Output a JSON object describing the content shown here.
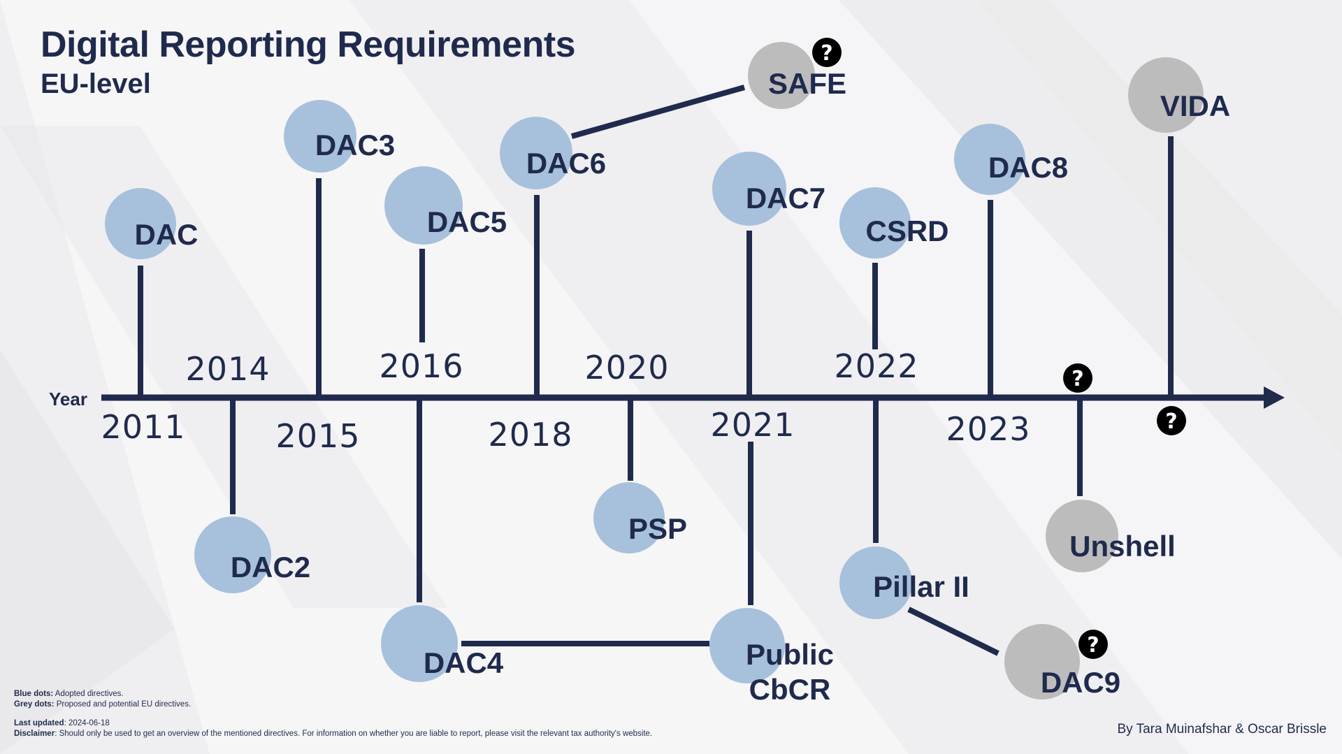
{
  "header": {
    "title": "Digital Reporting Requirements",
    "subtitle": "EU-level"
  },
  "timeline": {
    "axis_label": "Year",
    "years": [
      "2011",
      "2014",
      "2015",
      "2016",
      "2018",
      "2020",
      "2021",
      "2022",
      "2023"
    ]
  },
  "colors": {
    "ink": "#1f2a4d",
    "adopted": "#a7c0dc",
    "proposed": "#bcbcbc",
    "question": "#000000"
  },
  "directives": [
    {
      "id": "dac",
      "lines": [
        "DAC"
      ],
      "status": "adopted"
    },
    {
      "id": "dac2",
      "lines": [
        "DAC2"
      ],
      "status": "adopted"
    },
    {
      "id": "dac3",
      "lines": [
        "DAC3"
      ],
      "status": "adopted"
    },
    {
      "id": "dac4",
      "lines": [
        "DAC4"
      ],
      "status": "adopted"
    },
    {
      "id": "dac5",
      "lines": [
        "DAC5"
      ],
      "status": "adopted"
    },
    {
      "id": "dac6",
      "lines": [
        "DAC6"
      ],
      "status": "adopted"
    },
    {
      "id": "psp",
      "lines": [
        "PSP"
      ],
      "status": "adopted"
    },
    {
      "id": "dac7",
      "lines": [
        "DAC7"
      ],
      "status": "adopted"
    },
    {
      "id": "public-cbcr",
      "lines": [
        "Public",
        "CbCR"
      ],
      "status": "adopted"
    },
    {
      "id": "csrd",
      "lines": [
        "CSRD"
      ],
      "status": "adopted"
    },
    {
      "id": "pillar-ii",
      "lines": [
        "Pillar II"
      ],
      "status": "adopted"
    },
    {
      "id": "dac8",
      "lines": [
        "DAC8"
      ],
      "status": "adopted"
    },
    {
      "id": "safe",
      "lines": [
        "SAFE"
      ],
      "status": "proposed",
      "uncertain": true
    },
    {
      "id": "unshell",
      "lines": [
        "Unshell"
      ],
      "status": "proposed"
    },
    {
      "id": "dac9",
      "lines": [
        "DAC9"
      ],
      "status": "proposed",
      "uncertain": true
    },
    {
      "id": "vida",
      "lines": [
        "VIDA"
      ],
      "status": "proposed"
    }
  ],
  "legend": {
    "blue_label": "Blue dots:",
    "blue_text": "Adopted directives.",
    "grey_label": "Grey dots:",
    "grey_text": "Proposed and potential EU directives."
  },
  "footer": {
    "updated_label": "Last updated",
    "updated_text": ": 2024-06-18",
    "disclaimer_label": "Disclaimer",
    "disclaimer_text": ": Should only be used to get an overview of the mentioned directives. For information on whether you are liable to report, please visit the relevant tax authority's website.",
    "credit": "By Tara Muinafshar & Oscar Brissle"
  }
}
